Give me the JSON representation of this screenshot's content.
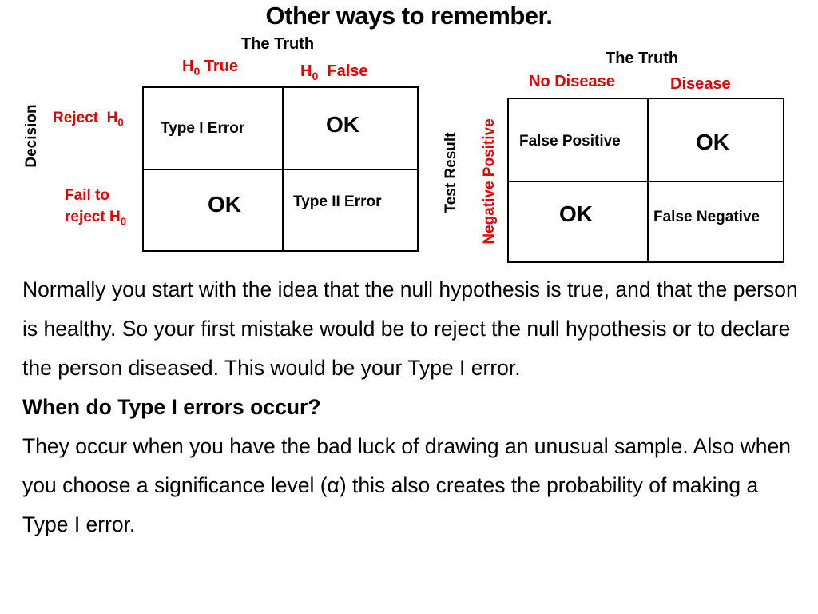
{
  "title": "Other ways to remember.",
  "table1": {
    "top_header": "The Truth",
    "col1": "True",
    "col2": "False",
    "h0_base": "H",
    "h0_sub": "0",
    "side_header": "Decision",
    "row1": "Reject",
    "row2_line1": "Fail to",
    "row2_line2": "reject",
    "cells": {
      "r1c1": "Type I  Error",
      "r1c2": "OK",
      "r2c1": "OK",
      "r2c2": "Type II Error"
    }
  },
  "table2": {
    "top_header": "The Truth",
    "col1": "No Disease",
    "col2": "Disease",
    "side_header": "Test Result",
    "row_labels": "Negative Positive",
    "cells": {
      "r1c1": "False Positive",
      "r1c2": "OK",
      "r2c1": "OK",
      "r2c2": "False Negative"
    }
  },
  "colors": {
    "label_red": "#e60000"
  },
  "body": {
    "para1": "Normally you start with the idea that the null hypothesis is true, and that the person is healthy. So your first mistake would be to reject the null hypothesis or to declare the person diseased. This would be your Type I error.",
    "question": "When do Type I errors occur?",
    "para2": "They occur when you have the bad luck of drawing an unusual sample. Also when you choose a significance level (α) this also creates the probability of making a Type I error."
  }
}
